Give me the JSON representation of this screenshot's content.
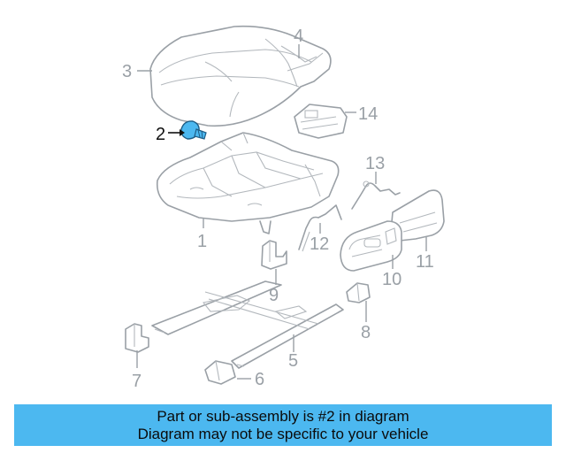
{
  "diagram": {
    "callouts": [
      {
        "id": "1",
        "label": "1"
      },
      {
        "id": "2",
        "label": "2"
      },
      {
        "id": "3",
        "label": "3"
      },
      {
        "id": "4",
        "label": "4"
      },
      {
        "id": "5",
        "label": "5"
      },
      {
        "id": "6",
        "label": "6"
      },
      {
        "id": "7",
        "label": "7"
      },
      {
        "id": "8",
        "label": "8"
      },
      {
        "id": "9",
        "label": "9"
      },
      {
        "id": "10",
        "label": "10"
      },
      {
        "id": "11",
        "label": "11"
      },
      {
        "id": "12",
        "label": "12"
      },
      {
        "id": "13",
        "label": "13"
      },
      {
        "id": "14",
        "label": "14"
      }
    ],
    "highlighted_part": "2",
    "colors": {
      "highlight_fill": "#4cb8f0",
      "line": "#9aa0a6",
      "banner_bg": "#4cb8f0"
    }
  },
  "banner": {
    "line1": "Part or sub-assembly is #2 in diagram",
    "line2": "Diagram may not be specific to your vehicle"
  }
}
